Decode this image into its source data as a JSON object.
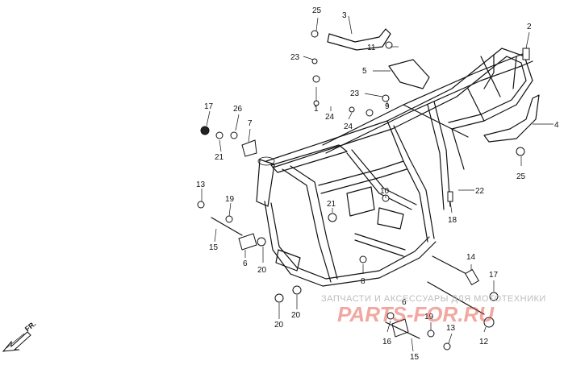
{
  "callouts": {
    "c1": "1",
    "c2": "2",
    "c3": "3",
    "c4": "4",
    "c5": "5",
    "c6a": "6",
    "c6b": "6",
    "c7": "7",
    "c8": "8",
    "c9": "9",
    "c10": "10",
    "c11": "11",
    "c12": "12",
    "c13a": "13",
    "c13b": "13",
    "c14": "14",
    "c15a": "15",
    "c15b": "15",
    "c16": "16",
    "c17a": "17",
    "c17b": "17",
    "c18": "18",
    "c19a": "19",
    "c19b": "19",
    "c20a": "20",
    "c20b": "20",
    "c20c": "20",
    "c21a": "21",
    "c21b": "21",
    "c22": "22",
    "c23a": "23",
    "c23b": "23",
    "c24a": "24",
    "c24b": "24",
    "c25a": "25",
    "c25b": "25",
    "c26": "26"
  },
  "front_marker": "FR.",
  "watermark": {
    "line1": "ЗАПЧАСТИ И АКСЕССУАРЫ ДЛЯ МОТОТЕХНИКИ",
    "line2": "PARTS-FOR.RU"
  }
}
